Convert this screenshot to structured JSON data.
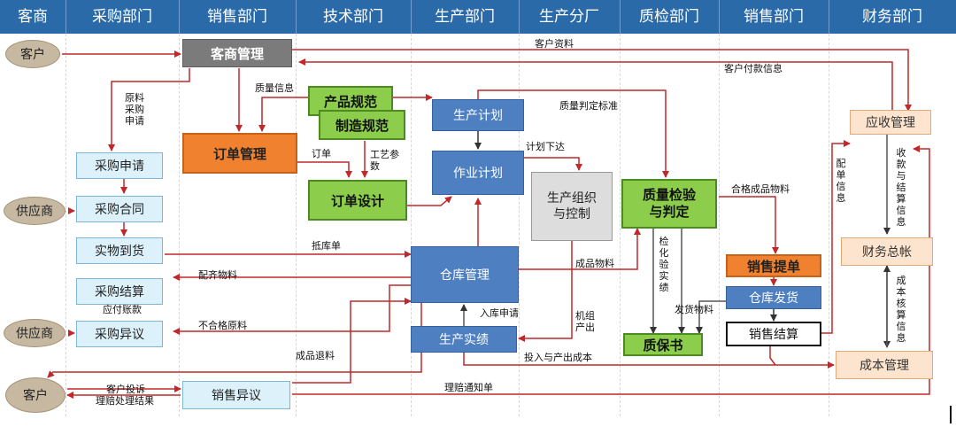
{
  "headers": [
    "客商",
    "采购部门",
    "销售部门",
    "技术部门",
    "生产部门",
    "生产分厂",
    "质检部门",
    "销售部门",
    "财务部门"
  ],
  "ovals": {
    "customer_top": "客户",
    "supplier_1": "供应商",
    "supplier_2": "供应商",
    "customer_bottom": "客户"
  },
  "boxes": {
    "merchant_mgmt": "客商管理",
    "purchase_request": "采购申请",
    "purchase_contract": "采购合同",
    "goods_arrival": "实物到货",
    "purchase_settlement": "采购结算",
    "purchase_dispute": "采购异议",
    "order_mgmt": "订单管理",
    "sales_dispute": "销售异议",
    "product_spec": "产品规范",
    "manufacturing_spec": "制造规范",
    "order_design": "订单设计",
    "production_plan": "生产计划",
    "work_plan": "作业计划",
    "warehouse_mgmt": "仓库管理",
    "production_actual": "生产实绩",
    "production_org": "生产组织\n与控制",
    "qc_judge": "质量检验\n与判定",
    "quality_cert": "质保书",
    "sales_pick": "销售提单",
    "warehouse_ship": "仓库发货",
    "sales_settlement": "销售结算",
    "receivable_mgmt": "应收管理",
    "general_ledger": "财务总帐",
    "cost_mgmt": "成本管理"
  },
  "labels": {
    "customer_info": "客户资料",
    "customer_payment": "客户付款信息",
    "quality_info": "质量信息",
    "raw_material_req": "原料采购申请",
    "order": "订单",
    "process_params": "工艺参数",
    "quality_standard": "质量判定标准",
    "plan_issue": "计划下达",
    "qualified_goods": "合格成品物料",
    "collateral_note": "抵库单",
    "matched_material": "配齐物料",
    "finished_goods": "成品物料",
    "inspection_record": "检化验实绩",
    "payable": "应付账款",
    "unqualified_material": "不合格原料",
    "storage_request": "入库申请",
    "unit_output": "机组产出",
    "ship_material": "发货物料",
    "finished_return": "成品退料",
    "input_output_cost": "投入与产出成本",
    "customer_complaint": "客户投诉",
    "claim_result": "理赔处理结果",
    "claim_notice": "理赔通知单",
    "delivery_info": "配单信息",
    "collection_info": "收款与结算信息",
    "cost_accounting": "成本核算信息"
  },
  "colors": {
    "header_bg": "#2a6aa8",
    "arrow_red": "#c0282a",
    "arrow_dark": "#333333"
  }
}
